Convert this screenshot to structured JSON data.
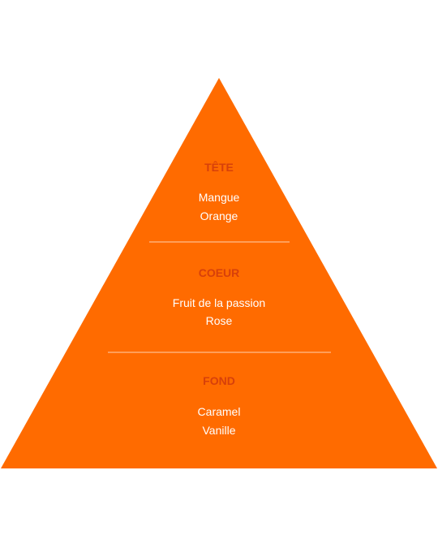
{
  "colors": {
    "pyramid_fill": "#FF6B00",
    "tier_title": "#D7400A",
    "divider": "#FFD2B0",
    "note_text": "#FFFFFF",
    "background": "#FFFFFF"
  },
  "pyramid": {
    "tiers": [
      {
        "title": "TÊTE",
        "notes": [
          "Mangue",
          "Orange"
        ]
      },
      {
        "title": "COEUR",
        "notes": [
          "Fruit de la passion",
          "Rose"
        ]
      },
      {
        "title": "FOND",
        "notes": [
          "Caramel",
          "Vanille"
        ]
      }
    ]
  }
}
